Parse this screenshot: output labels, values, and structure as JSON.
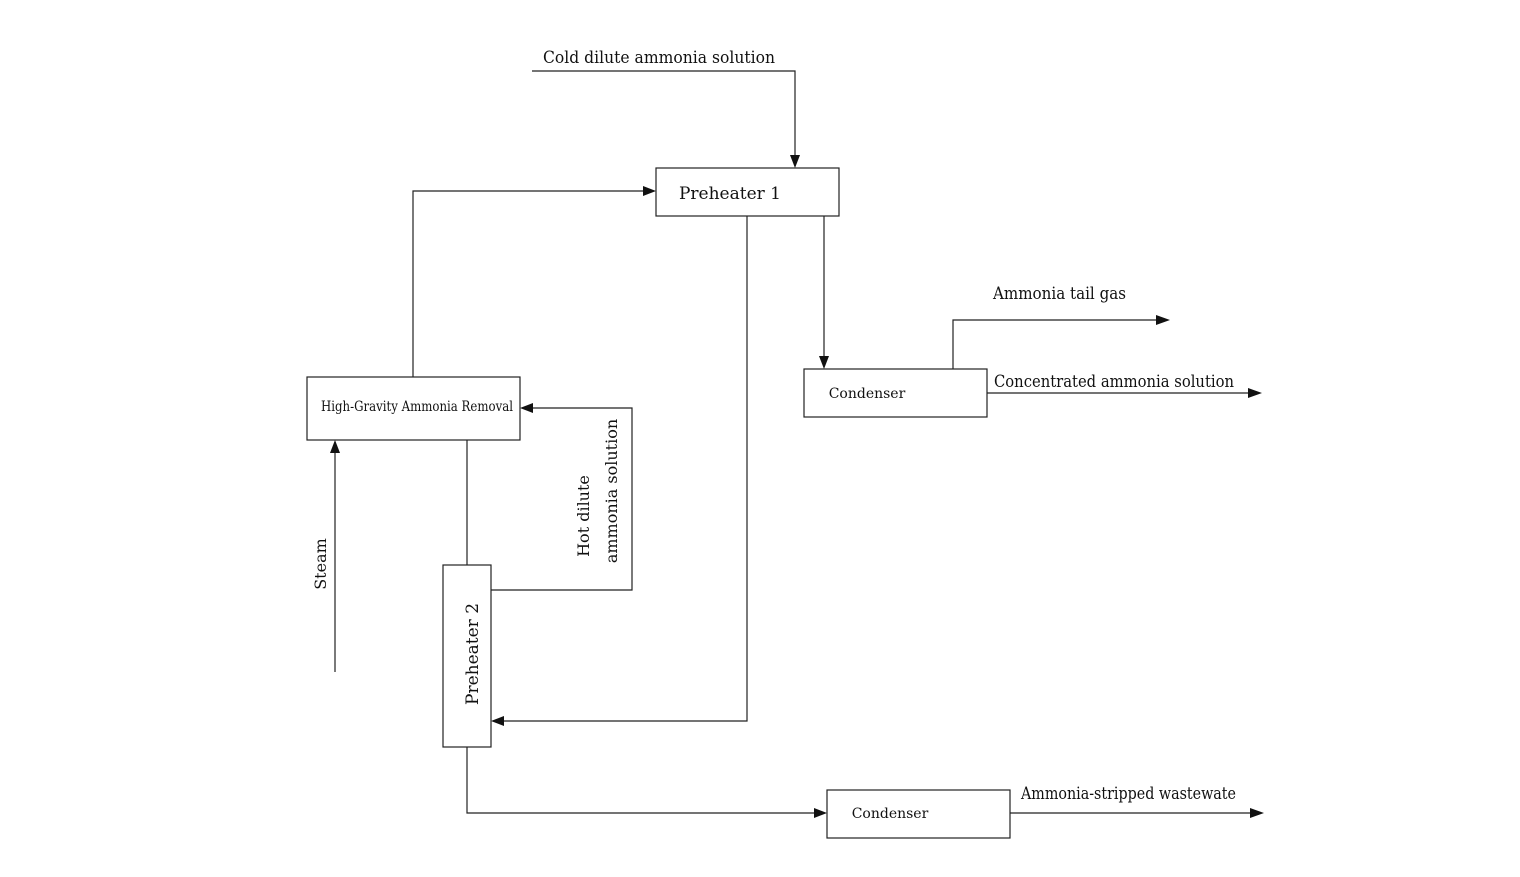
{
  "nodes": {
    "preheater1": "Preheater  1",
    "preheater2": "Preheater  2",
    "high_gravity": "High-Gravity Ammonia Removal",
    "condenser_top": "Condenser",
    "condenser_bottom": "Condenser"
  },
  "streams": {
    "cold_dilute": "Cold dilute ammonia solution",
    "ammonia_tail_gas": "Ammonia tail gas",
    "concentrated": "Concentrated ammonia solution",
    "stripped_wastewater": "Ammonia-stripped wastewate",
    "steam": "Steam",
    "hot_dilute_line1": "Hot dilute",
    "hot_dilute_line2": "ammonia solution"
  }
}
